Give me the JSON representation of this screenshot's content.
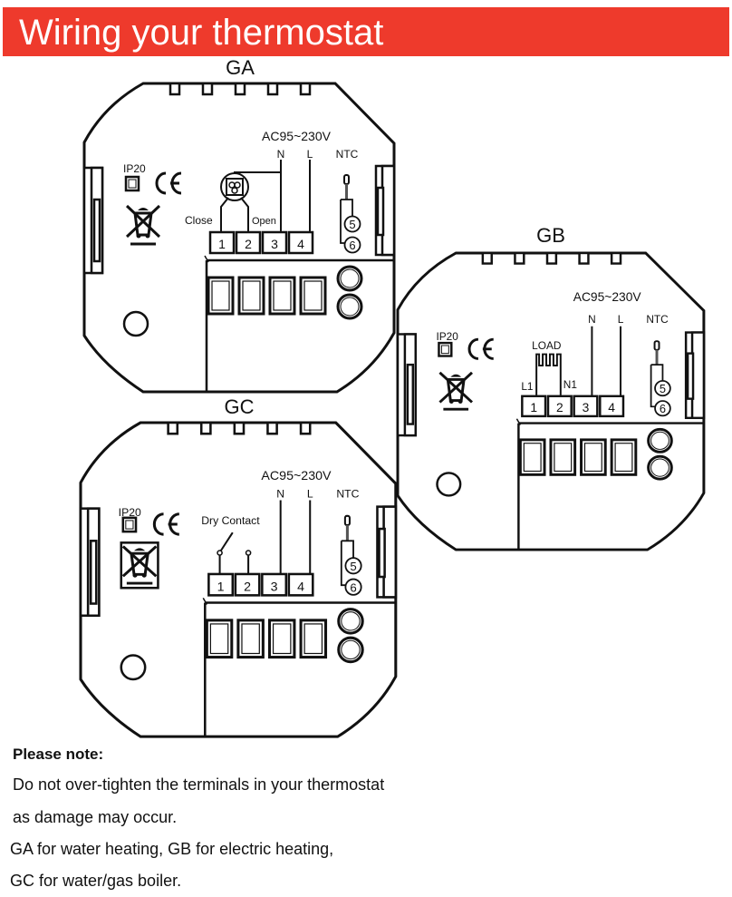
{
  "header": {
    "title": "Wiring your thermostat",
    "banner_color": "#ee3a2c"
  },
  "boards": {
    "GA": {
      "name": "GA",
      "voltage": "AC95~230V",
      "ip_rating": "IP20",
      "ce_mark": "CE",
      "icons": [
        "ip20-square-icon",
        "ce-mark-icon",
        "weee-crossed-bin-icon",
        "motorized-valve-icon",
        "ntc-sensor-icon"
      ],
      "wire_labels": {
        "n": "N",
        "l": "L",
        "ntc": "NTC",
        "left": "Close",
        "right": "Open"
      },
      "terminals": [
        "1",
        "2",
        "3",
        "4"
      ],
      "ntc_terminals": [
        "5",
        "6"
      ],
      "load_type": "Motorized valve (Close / Open)"
    },
    "GB": {
      "name": "GB",
      "voltage": "AC95~230V",
      "ip_rating": "IP20",
      "ce_mark": "CE",
      "icons": [
        "ip20-square-icon",
        "ce-mark-icon",
        "weee-crossed-bin-icon",
        "heating-load-icon",
        "ntc-sensor-icon"
      ],
      "wire_labels": {
        "n": "N",
        "l": "L",
        "ntc": "NTC",
        "left": "L1",
        "right": "N1",
        "load": "LOAD"
      },
      "terminals": [
        "1",
        "2",
        "3",
        "4"
      ],
      "ntc_terminals": [
        "5",
        "6"
      ],
      "load_type": "LOAD"
    },
    "GC": {
      "name": "GC",
      "voltage": "AC95~230V",
      "ip_rating": "IP20",
      "ce_mark": "CE",
      "icons": [
        "ip20-square-icon",
        "ce-mark-icon",
        "weee-crossed-bin-icon",
        "dry-contact-switch-icon",
        "ntc-sensor-icon"
      ],
      "wire_labels": {
        "n": "N",
        "l": "L",
        "ntc": "NTC",
        "contact": "Dry Contact"
      },
      "terminals": [
        "1",
        "2",
        "3",
        "4"
      ],
      "ntc_terminals": [
        "5",
        "6"
      ],
      "load_type": "Dry Contact"
    }
  },
  "notes": {
    "heading": "Please note:",
    "lines": [
      "Do not over-tighten the terminals in your thermostat",
      "as damage may occur.",
      "GA for water heating, GB for electric heating,",
      "GC for water/gas boiler."
    ]
  }
}
